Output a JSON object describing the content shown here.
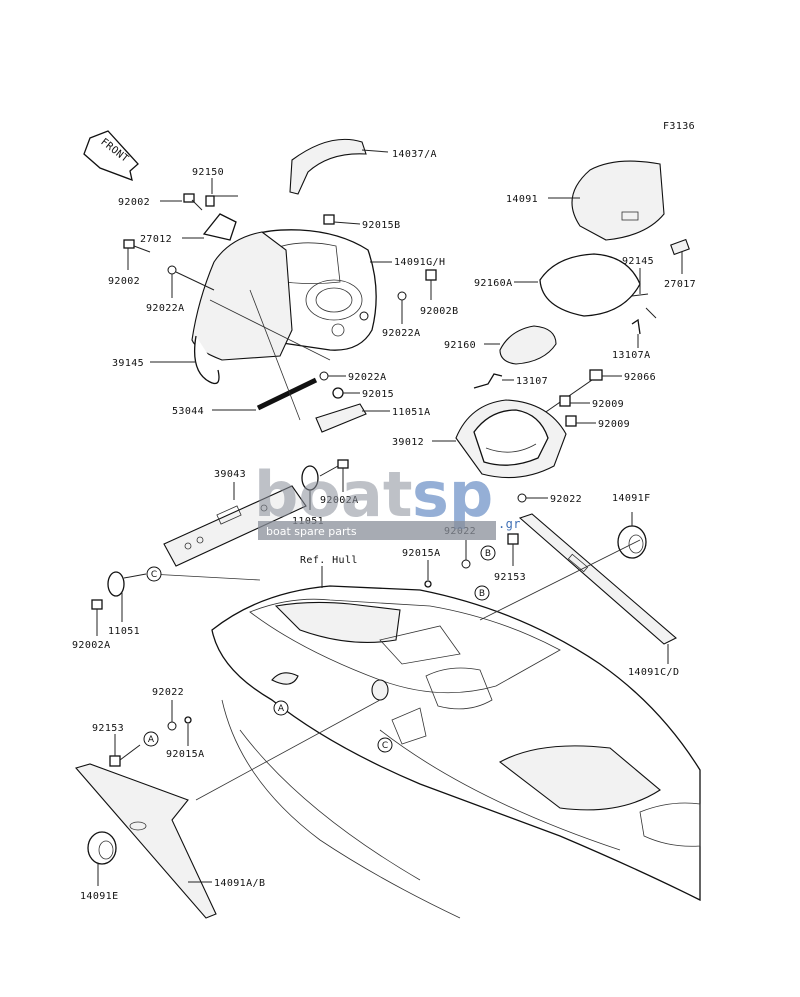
{
  "figure_code": "F3136",
  "front_label": "FRONT",
  "watermark": {
    "brand_a": "boat",
    "brand_b": "sp",
    "suffix": ".gr",
    "tagline": "boat spare parts"
  },
  "ref_hull": "Ref. Hull",
  "callouts": {
    "a": "A",
    "b": "B",
    "c": "C"
  },
  "parts": {
    "p14037A": "14037/A",
    "p92150": "92150",
    "p92002_top": "92002",
    "p92015B": "92015B",
    "p27012": "27012",
    "p14091GH": "14091G/H",
    "p92002_mid": "92002",
    "p92002B": "92002B",
    "p92022A_1": "92022A",
    "p92022A_2": "92022A",
    "p39145": "39145",
    "p92022A_3": "92022A",
    "p92015": "92015",
    "p53044": "53044",
    "p11051A": "11051A",
    "p39043": "39043",
    "p92002A_1": "92002A",
    "p11051_1": "11051",
    "p11051_2": "11051",
    "p92002A_2": "92002A",
    "p14091": "14091",
    "p92145": "92145",
    "p27017": "27017",
    "p92160A": "92160A",
    "p13107A": "13107A",
    "p92160": "92160",
    "p13107": "13107",
    "p92066": "92066",
    "p92009_1": "92009",
    "p92009_2": "92009",
    "p39012": "39012",
    "p92022_1": "92022",
    "p14091F": "14091F",
    "p92022_2": "92022",
    "p92015A_1": "92015A",
    "p92153_1": "92153",
    "p14091CD": "14091C/D",
    "p92022_3": "92022",
    "p92153_2": "92153",
    "p92015A_2": "92015A",
    "p14091E": "14091E",
    "p14091AB": "14091A/B"
  }
}
